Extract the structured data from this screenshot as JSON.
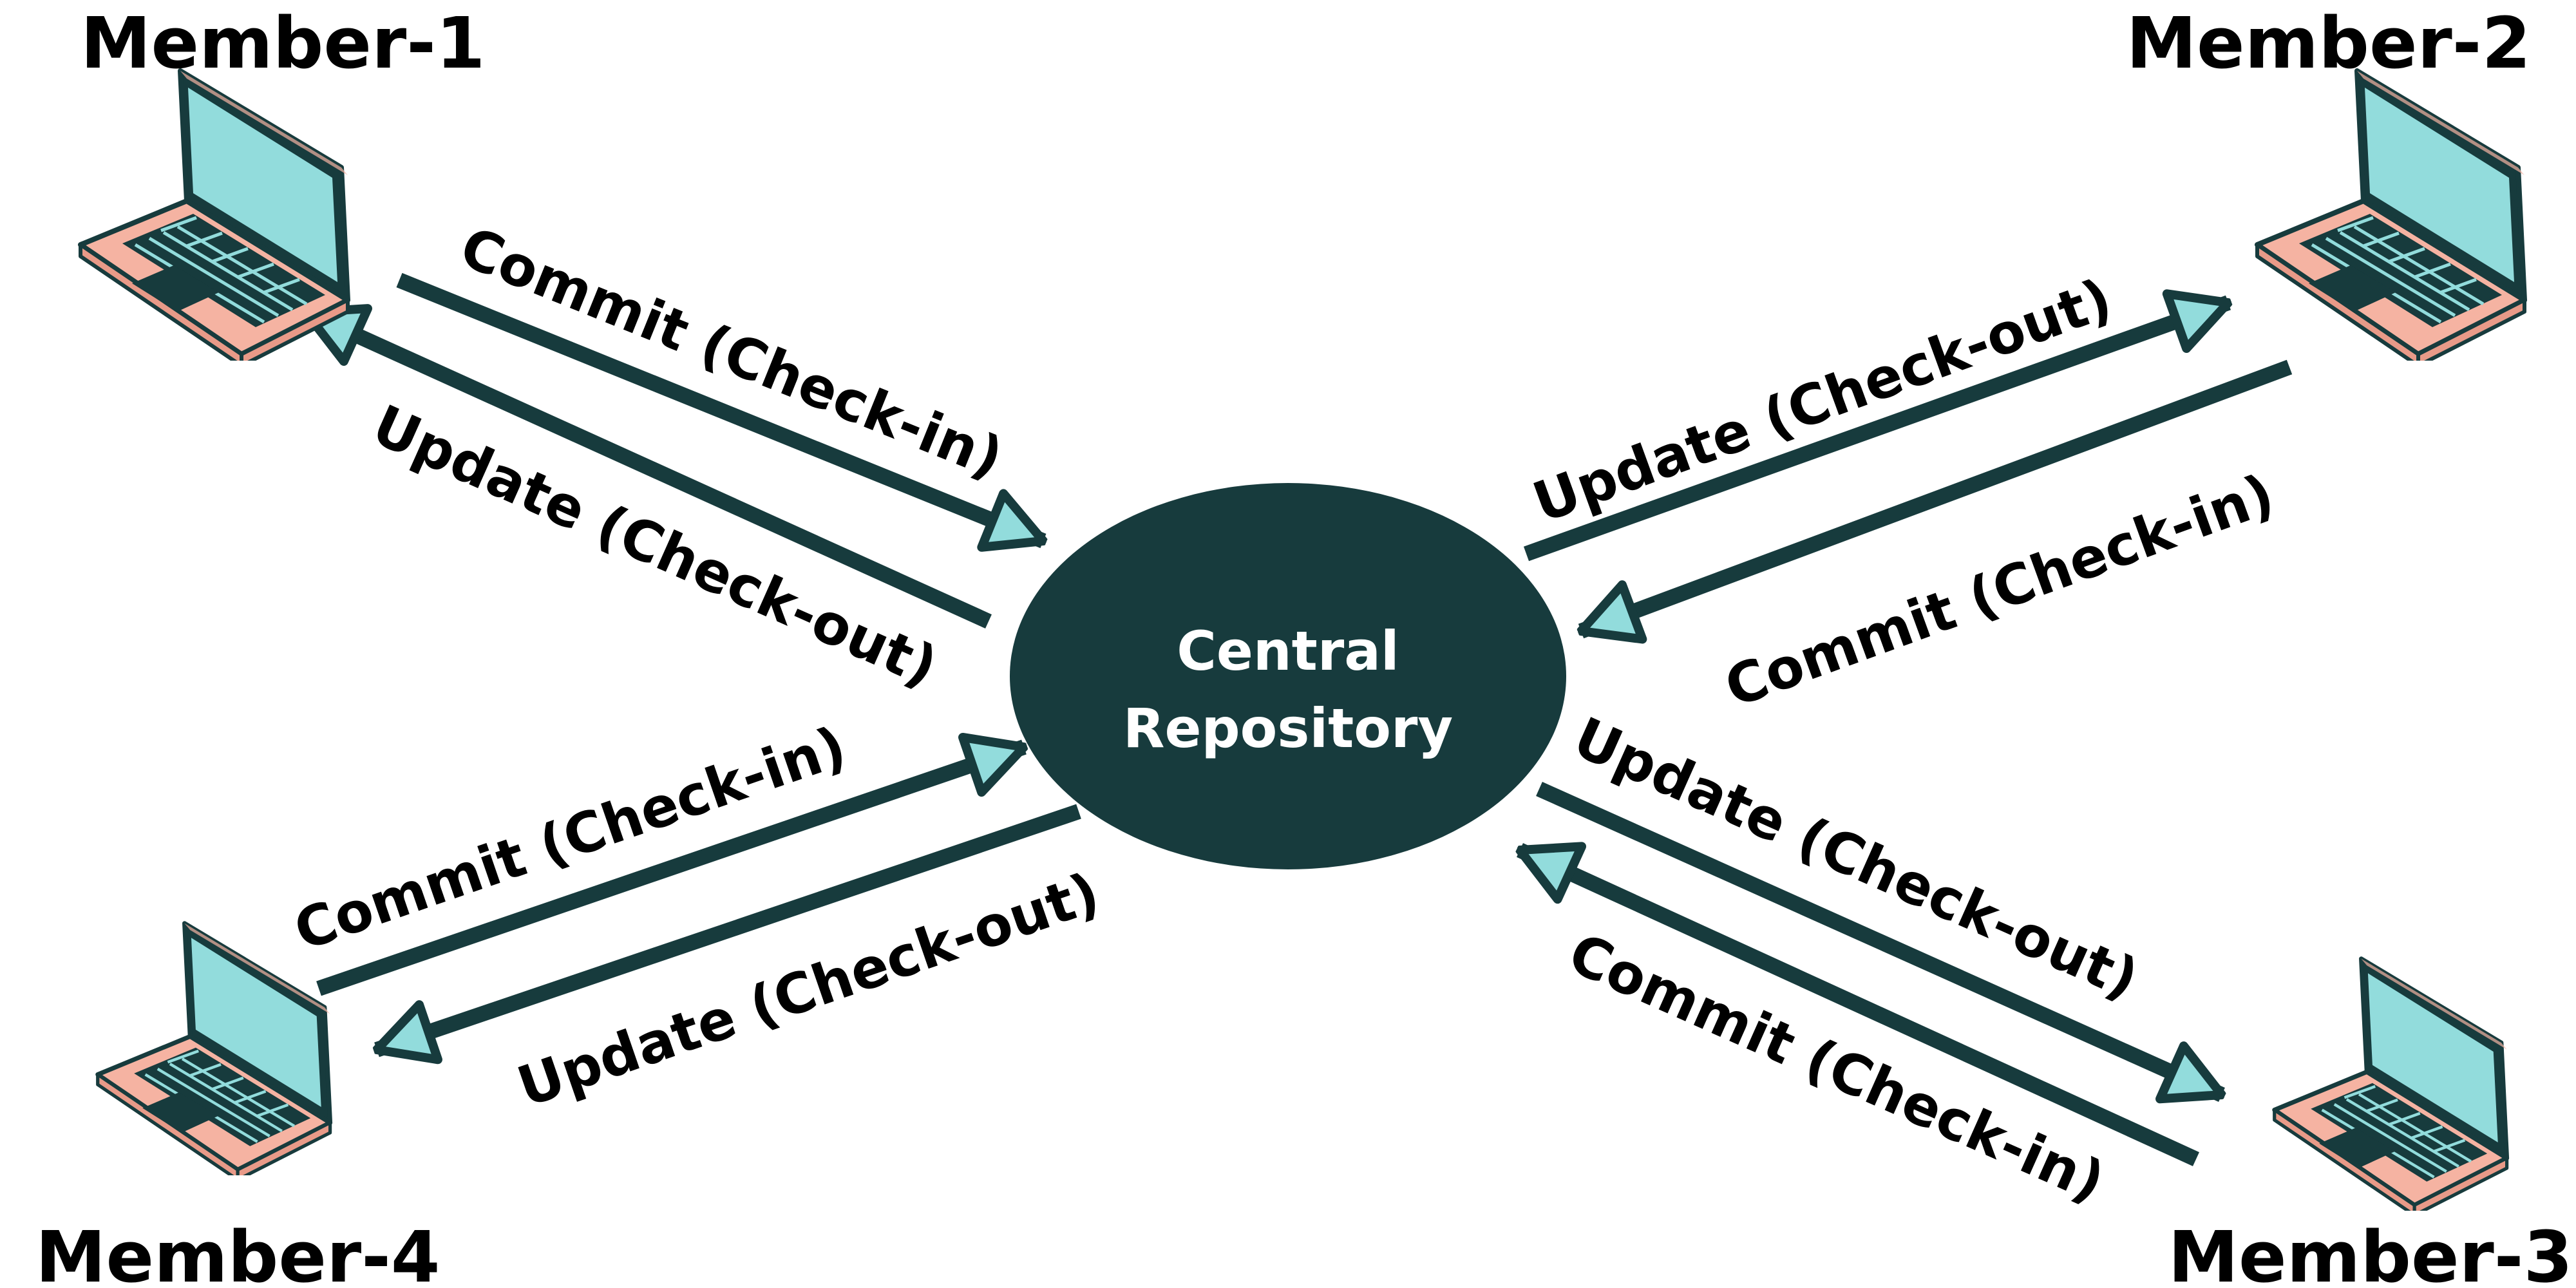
{
  "diagram": {
    "repository": {
      "line1": "Central",
      "line2": "Repository"
    },
    "members": {
      "m1": {
        "label": "Member-1"
      },
      "m2": {
        "label": "Member-2"
      },
      "m3": {
        "label": "Member-3"
      },
      "m4": {
        "label": "Member-4"
      }
    },
    "flows": {
      "m1_commit": "Commit (Check-in)",
      "m1_update": "Update (Check-out)",
      "m2_update": "Update (Check-out)",
      "m2_commit": "Commit (Check-in)",
      "m3_update": "Update (Check-out)",
      "m3_commit": "Commit (Check-in)",
      "m4_commit": "Commit (Check-in)",
      "m4_update": "Update (Check-out)"
    }
  },
  "colors": {
    "dark_teal": "#173b3d",
    "screen": "#92dcdc",
    "laptop_base": "#f5b3a2",
    "background": "#ffffff"
  },
  "icons": {
    "laptop": "laptop-icon",
    "arrowhead": "triangle-arrowhead-icon"
  }
}
